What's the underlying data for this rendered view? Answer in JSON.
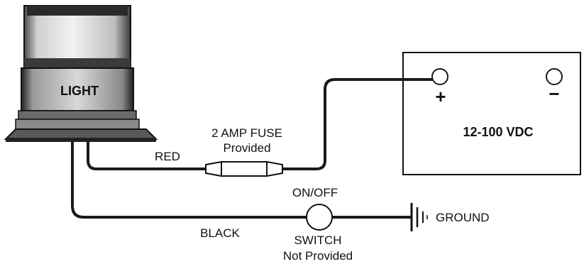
{
  "light": {
    "label": "LIGHT"
  },
  "supply": {
    "label": "12-100 VDC",
    "positive_sign": "+",
    "negative_sign": "−"
  },
  "fuse": {
    "line1": "2 AMP FUSE",
    "line2": "Provided"
  },
  "switch": {
    "top_label": "ON/OFF",
    "bottom_label1": "SWITCH",
    "bottom_label2": "Not Provided"
  },
  "wires": {
    "red": "RED",
    "black": "BLACK"
  },
  "ground": {
    "label": "GROUND"
  }
}
